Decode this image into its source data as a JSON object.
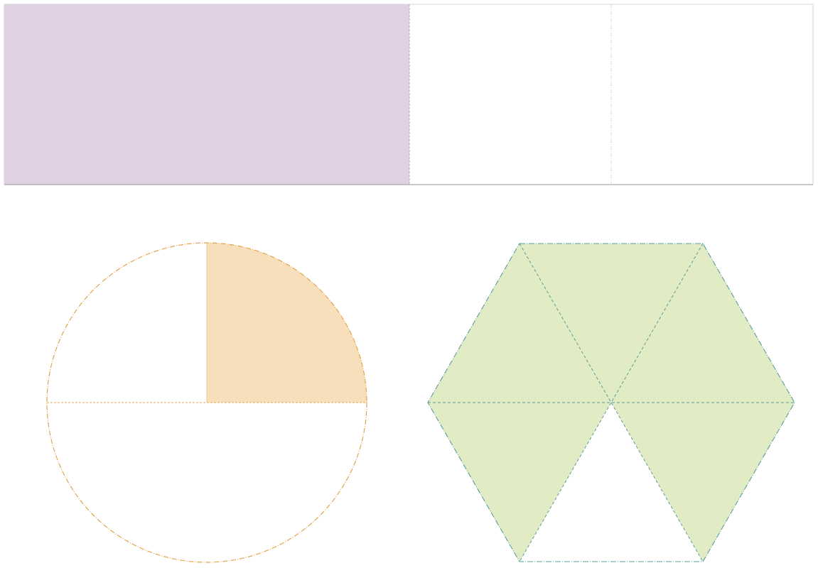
{
  "figures": [
    {
      "kind": "bar-model",
      "parts": 4,
      "shaded_parts": 2,
      "fill_color": "#dfd1e1",
      "line_color": "#b09fb3"
    },
    {
      "kind": "circle",
      "parts": 4,
      "shaded_parts": 1,
      "fill_color": "#f8dfbb",
      "line_color": "#e4a44e"
    },
    {
      "kind": "hexagon",
      "parts": 6,
      "shaded_parts": 5,
      "fill_color": "#e1ecc4",
      "line_color": "#5a9c9a"
    }
  ]
}
